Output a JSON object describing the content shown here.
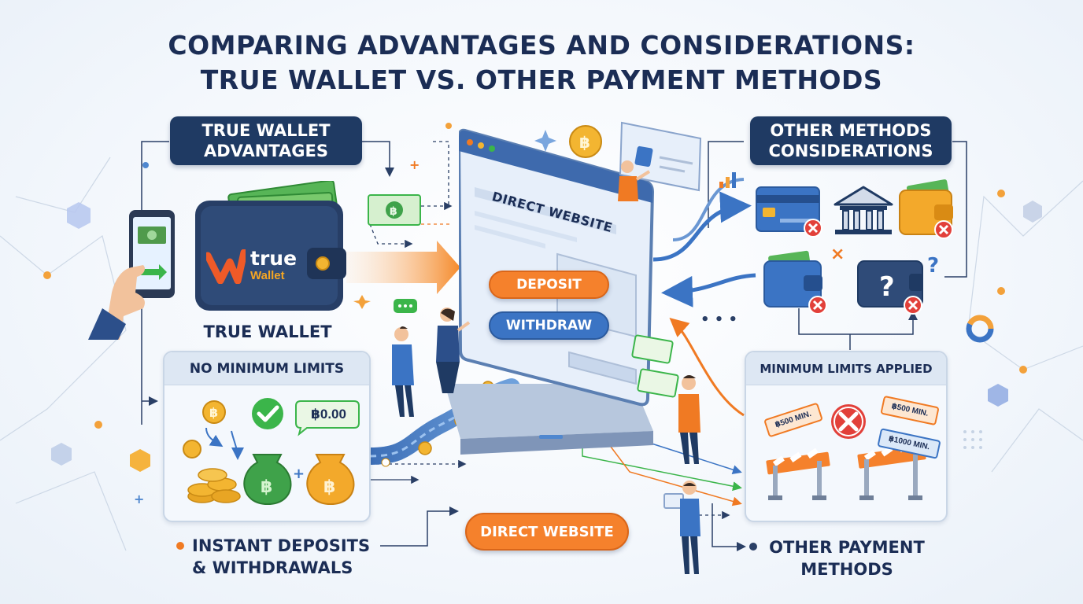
{
  "title": {
    "line1": "COMPARING ADVANTAGES AND CONSIDERATIONS:",
    "line2": "TRUE WALLET VS. OTHER PAYMENT METHODS"
  },
  "true_wallet_advantages": {
    "line1": "TRUE WALLET",
    "line2": "ADVANTAGES"
  },
  "other_methods": {
    "line1": "OTHER METHODS",
    "line2": "CONSIDERATIONS"
  },
  "wallet_logo": {
    "brand": "true",
    "sub": "Wallet"
  },
  "wallet_caption": "TRUE WALLET",
  "no_minimum": {
    "heading": "NO MINIMUM LIMITS",
    "amount": "฿0.00"
  },
  "min_applied": {
    "heading": "MINIMUM LIMITS APPLIED",
    "tag1": "฿500 MIN.",
    "tag2": "฿500 MIN.",
    "tag3": "฿1000 MIN."
  },
  "browser": {
    "title": "DIRECT WEBSITE",
    "deposit": "DEPOSIT",
    "withdraw": "WITHDRAW"
  },
  "direct_website_pill": "DIRECT WEBSITE",
  "instant": {
    "line1": "INSTANT DEPOSITS",
    "line2": "& WITHDRAWALS"
  },
  "other_payment": {
    "line1": "OTHER PAYMENT",
    "line2": "METHODS"
  },
  "colors": {
    "navy": "#1f3a63",
    "orange": "#f07a23",
    "blue": "#3b74c4",
    "green": "#3bb54a",
    "red": "#e2403a",
    "coin": "#f3b531"
  }
}
